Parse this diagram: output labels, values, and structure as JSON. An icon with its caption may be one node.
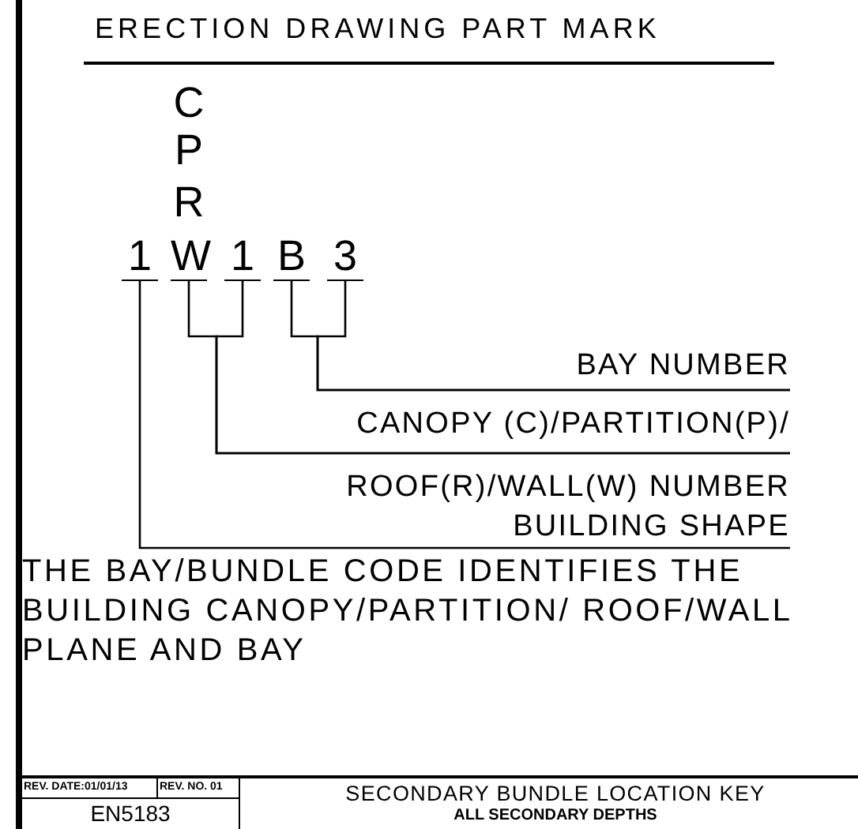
{
  "diagram": {
    "title": "ERECTION DRAWING PART MARK",
    "nodes": [
      {
        "text": [
          "1"
        ]
      },
      {
        "text": [
          "W"
        ]
      },
      {
        "text": [
          "1"
        ]
      },
      {
        "text": [
          "B"
        ]
      },
      {
        "text": [
          "3"
        ]
      },
      {
        "text": [
          "BAY NUMBER"
        ]
      },
      {
        "text": [
          "CANOPY (C)/PARTITION(P)/ ROOF(R)/WALL(W) NUMBER"
        ]
      },
      {
        "text": [
          "BUILDING SHAPE"
        ]
      }
    ],
    "edges": [
      {
        "from": 5,
        "to": 3,
        "arrow": "none"
      },
      {
        "from": 5,
        "to": 4,
        "arrow": "none"
      },
      {
        "from": 6,
        "to": 1,
        "arrow": "none"
      },
      {
        "from": 6,
        "to": 2,
        "arrow": "none"
      },
      {
        "from": 7,
        "to": 0,
        "arrow": "none"
      }
    ],
    "labels": [
      "C",
      "P",
      "R",
      "THE BAY/BUNDLE CODE IDENTIFIES THE BUILDING CANOPY/PARTITION/ ROOF/WALL PLANE AND BAY",
      "REV. DATE:01/01/13",
      "REV. NO. 01",
      "EN5183",
      "SECONDARY BUNDLE LOCATION KEY",
      "ALL SECONDARY DEPTHS"
    ]
  }
}
